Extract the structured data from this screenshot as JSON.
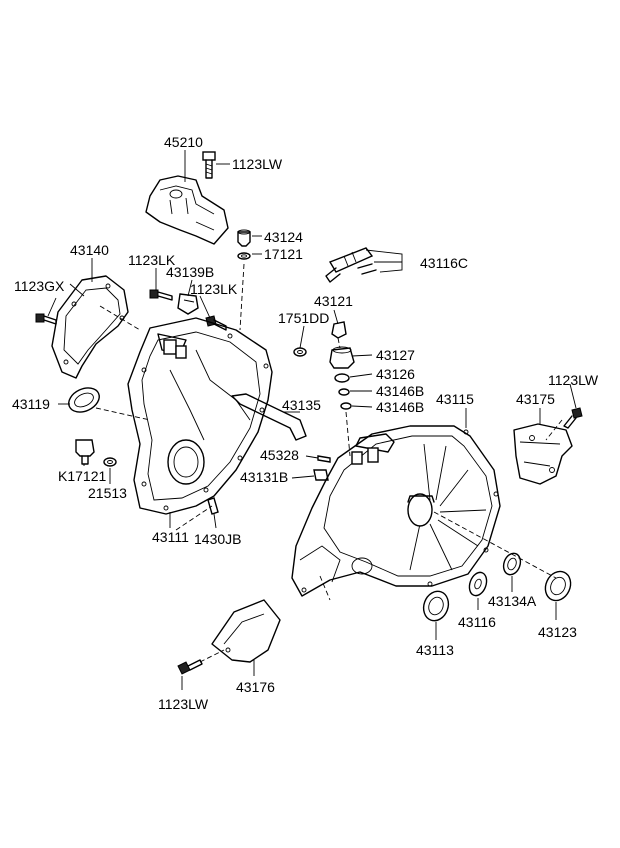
{
  "labels": {
    "p45210": "45210",
    "p1123LW_top": "1123LW",
    "p43124": "43124",
    "p17121": "17121",
    "p43116C": "43116C",
    "p43140": "43140",
    "p1123LK_a": "1123LK",
    "p43139B": "43139B",
    "p1123LK_b": "1123LK",
    "p1123GX": "1123GX",
    "p43121": "43121",
    "p1751DD": "1751DD",
    "p43127": "43127",
    "p43126": "43126",
    "p43146B_a": "43146B",
    "p43146B_b": "43146B",
    "p43119": "43119",
    "p43135": "43135",
    "p43115": "43115",
    "p43175": "43175",
    "p1123LW_right": "1123LW",
    "p45328": "45328",
    "pK17121": "K17121",
    "p43131B": "43131B",
    "p21513": "21513",
    "p43111": "43111",
    "p1430JB": "1430JB",
    "p43134A": "43134A",
    "p43116": "43116",
    "p43123": "43123",
    "p43113": "43113",
    "p43176": "43176",
    "p1123LW_bottom": "1123LW"
  }
}
